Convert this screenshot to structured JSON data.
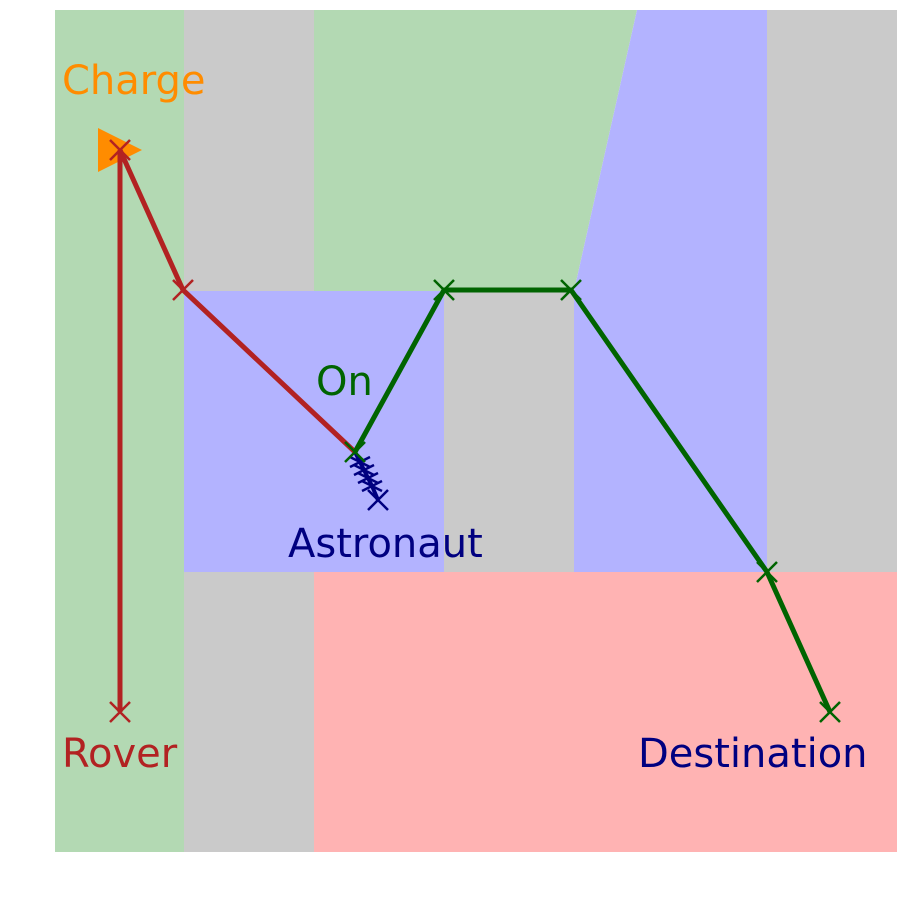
{
  "labels": {
    "charge": "Charge",
    "on": "On",
    "astronaut": "Astronaut",
    "rover": "Rover",
    "destination": "Destination"
  },
  "colors": {
    "terrain_green": "#b3d9b3",
    "terrain_gray": "#cacaca",
    "terrain_blue": "#b3b3ff",
    "terrain_red": "#ffb3b3",
    "rover_path": "#b22222",
    "astronaut_path": "#000080",
    "on_path": "#006400",
    "charge_marker": "#ff8c00"
  },
  "paths": {
    "rover": "Rover",
    "astronaut": "Astronaut",
    "on": "On"
  }
}
